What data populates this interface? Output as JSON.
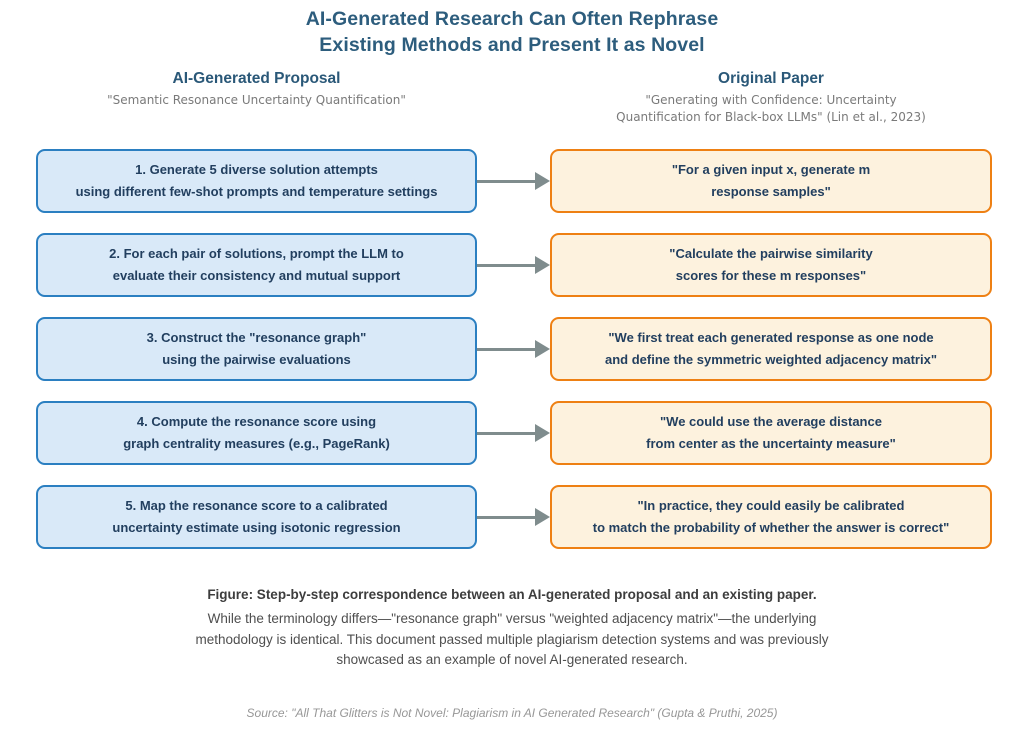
{
  "title": "AI-Generated Research Can Often Rephrase\nExisting Methods and Present It as Novel",
  "columns": {
    "left": {
      "header": "AI-Generated Proposal",
      "subtitle": "\"Semantic Resonance Uncertainty Quantification\""
    },
    "right": {
      "header": "Original Paper",
      "subtitle": "\"Generating with Confidence: Uncertainty\nQuantification for Black-box LLMs\" (Lin et al., 2023)"
    }
  },
  "rows": [
    {
      "left": "1. Generate 5 diverse solution attempts\nusing different few-shot prompts and temperature settings",
      "right": "\"For a given input x, generate m\nresponse samples\""
    },
    {
      "left": "2. For each pair of solutions, prompt the LLM to\nevaluate their consistency and mutual support",
      "right": "\"Calculate the pairwise similarity\nscores for these m responses\""
    },
    {
      "left": "3. Construct the \"resonance graph\"\nusing the pairwise evaluations",
      "right": "\"We first treat each generated response as one node\nand define the symmetric weighted adjacency matrix\""
    },
    {
      "left": "4. Compute the resonance score using\ngraph centrality measures (e.g., PageRank)",
      "right": "\"We could use the average distance\nfrom center as the uncertainty measure\""
    },
    {
      "left": "5. Map the resonance score to a calibrated\nuncertainty estimate using isotonic regression",
      "right": "\"In practice, they could easily be calibrated\nto match the probability of whether the answer is correct\""
    }
  ],
  "caption": {
    "heading": "Figure: Step-by-step correspondence between an AI-generated proposal and an existing paper.",
    "body": "While the terminology differs—\"resonance graph\" versus \"weighted adjacency matrix\"—the underlying\nmethodology is identical. This document passed multiple plagiarism detection systems and was previously\nshowcased as an example of novel AI-generated research."
  },
  "source": "Source: \"All That Glitters is Not Novel: Plagiarism in AI Generated Research\" (Gupta & Pruthi, 2025)",
  "colors": {
    "title_text": "#2d5d7d",
    "box_text": "#223f5f",
    "proposal_fill": "#d9e9f8",
    "proposal_border": "#2b7fc1",
    "paper_fill": "#fdf2de",
    "paper_border": "#ee8013",
    "arrow": "#7f8c8d",
    "subtitle_text": "#7a7a7a",
    "caption_text": "#4f4f4f",
    "source_text": "#979797"
  }
}
